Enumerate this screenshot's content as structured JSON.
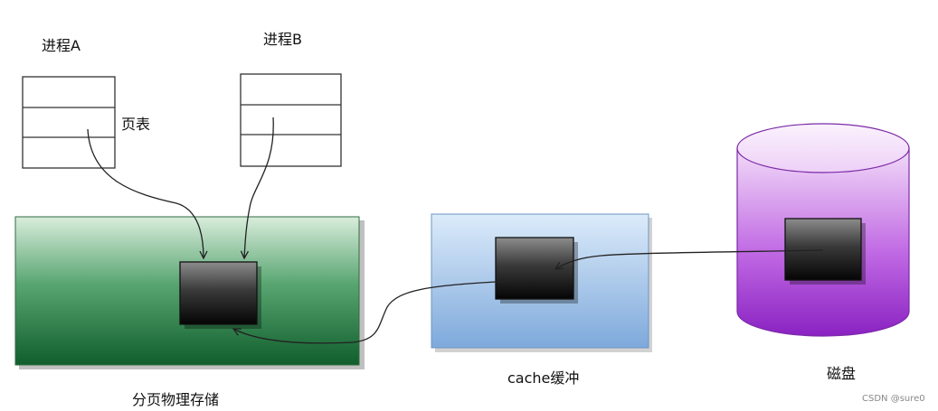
{
  "labels": {
    "process_a": "进程A",
    "process_b": "进程B",
    "page_table": "页表",
    "physical_storage": "分页物理存储",
    "cache": "cache缓冲",
    "disk": "磁盘"
  },
  "watermark": "CSDN @sure0",
  "colors": {
    "physical_storage": "#1e6b3b",
    "cache": "#a9c8ec",
    "disk": "#a23bd6",
    "page_block": "#222222"
  }
}
